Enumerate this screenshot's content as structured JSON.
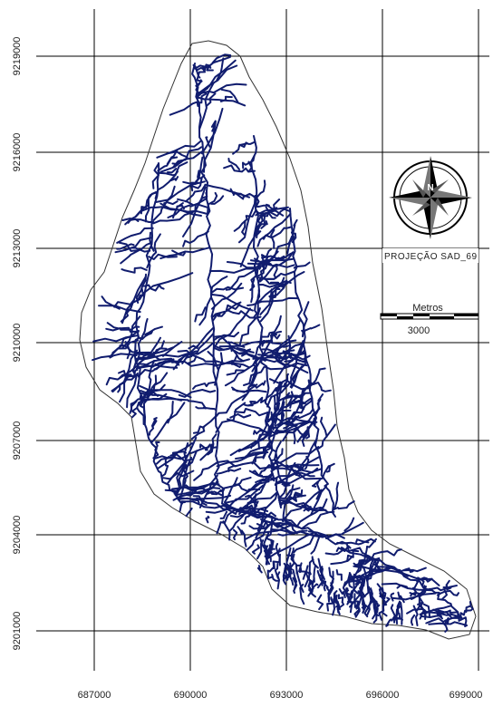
{
  "map": {
    "projection_label": "PROJEÇÃO SAD_69",
    "scale_bar": {
      "title": "Metros",
      "value": "3000"
    },
    "north_arrow_label": "N",
    "x_ticks": [
      "687000",
      "690000",
      "693000",
      "696000",
      "699000"
    ],
    "y_ticks": [
      "9219000",
      "9216000",
      "9213000",
      "9210000",
      "9207000",
      "9204000",
      "9201000"
    ],
    "colors": {
      "river": "#101c6e",
      "grid": "#000000",
      "boundary": "#333333",
      "background": "#ffffff"
    }
  }
}
